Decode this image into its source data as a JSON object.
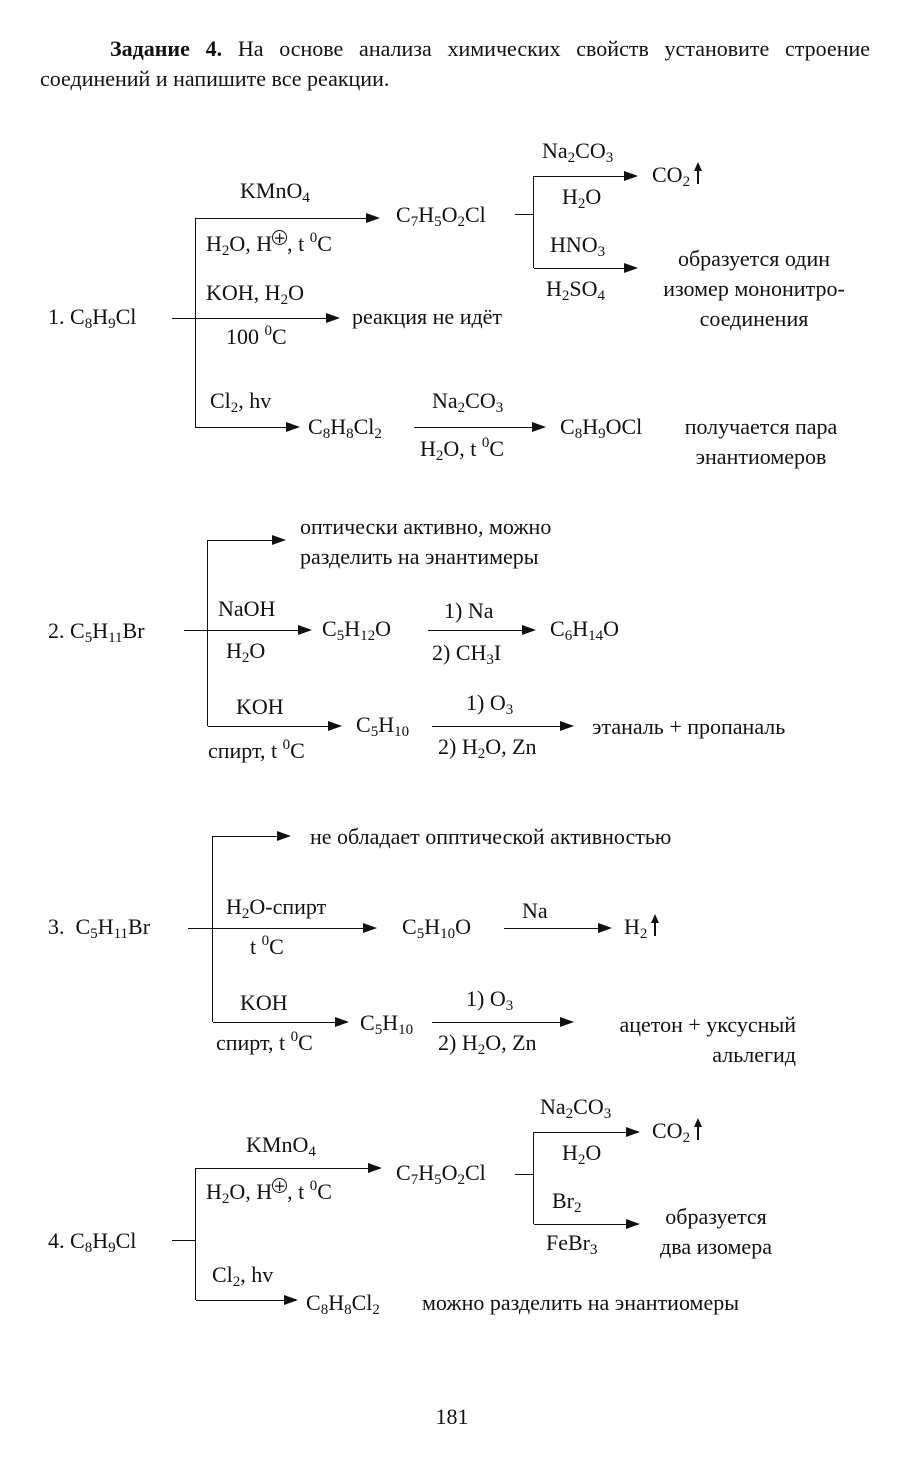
{
  "task": {
    "label": "Задание 4.",
    "text": "На основе анализа химических свойств установите строение соединений и напишите все реакции."
  },
  "scheme1": {
    "number": "1.",
    "reagent_c8h9cl": [
      "C",
      "8",
      "H",
      "9",
      "Cl"
    ],
    "kmno4": [
      "KMnO",
      "4"
    ],
    "h2o_h_t": [
      "H",
      "2",
      "O, H",
      ", t ",
      "0",
      "C"
    ],
    "c7h5o2cl": [
      "C",
      "7",
      "H",
      "5",
      "O",
      "2",
      "Cl"
    ],
    "na2co3": [
      "Na",
      "2",
      "CO",
      "3"
    ],
    "h2o": [
      "H",
      "2",
      "O"
    ],
    "co2": [
      "CO",
      "2"
    ],
    "hno3": [
      "HNO",
      "3"
    ],
    "h2so4": [
      "H",
      "2",
      "SO",
      "4"
    ],
    "nitro_text": [
      "образуется один",
      "изомер мононитро-",
      "соединения"
    ],
    "koh_h2o": [
      "KOH, H",
      "2",
      "O"
    ],
    "temp100": [
      "100 ",
      "0",
      "C"
    ],
    "no_reaction": "реакция не идёт",
    "cl2_hv": [
      "Cl",
      "2",
      ", hv"
    ],
    "c8h8cl2": [
      "C",
      "8",
      "H",
      "8",
      "Cl",
      "2"
    ],
    "na2co3_b": [
      "Na",
      "2",
      "CO",
      "3"
    ],
    "h2o_t": [
      "H",
      "2",
      "O, t ",
      "0",
      "C"
    ],
    "c8h9ocl": [
      "C",
      "8",
      "H",
      "9",
      "OCl"
    ],
    "enantiomers_text": [
      "получается пара",
      "энантиомеров"
    ]
  },
  "scheme2": {
    "number": "2.",
    "start": [
      "C",
      "5",
      "H",
      "11",
      "Br"
    ],
    "optically_text": [
      "оптически активно, можно",
      "разделить на энантимеры"
    ],
    "naoh": "NaOH",
    "h2o": [
      "H",
      "2",
      "O"
    ],
    "c5h12o": [
      "C",
      "5",
      "H",
      "12",
      "O"
    ],
    "na_step": "1) Na",
    "ch3i_step": [
      "2) CH",
      "3",
      "I"
    ],
    "c6h14o": [
      "C",
      "6",
      "H",
      "14",
      "O"
    ],
    "koh": "KOH",
    "alcohol_t": [
      "спирт, t ",
      "0",
      "C"
    ],
    "c5h10": [
      "C",
      "5",
      "H",
      "10"
    ],
    "o3_step": [
      "1) O",
      "3"
    ],
    "h2o_zn_step": [
      "2) H",
      "2",
      "O, Zn"
    ],
    "products": "этаналь + пропаналь"
  },
  "scheme3": {
    "number": "3.",
    "start": [
      "C",
      "5",
      "H",
      "11",
      "Br"
    ],
    "not_active_text": "не обладает опптической активностью",
    "h2o_alcohol": [
      "H",
      "2",
      "O-спирт"
    ],
    "temp": [
      "t ",
      "0",
      "C"
    ],
    "c5h10o": [
      "C",
      "5",
      "H",
      "10",
      "O"
    ],
    "na": "Na",
    "h2": [
      "H",
      "2"
    ],
    "koh": "KOH",
    "alcohol_t": [
      "спирт, t ",
      "0",
      "C"
    ],
    "c5h10": [
      "C",
      "5",
      "H",
      "10"
    ],
    "o3_step": [
      "1) O",
      "3"
    ],
    "h2o_zn_step": [
      "2) H",
      "2",
      "O, Zn"
    ],
    "products": [
      "ацетон + уксусный",
      "альлегид"
    ]
  },
  "scheme4": {
    "number": "4.",
    "reagent_c8h9cl": [
      "C",
      "8",
      "H",
      "9",
      "Cl"
    ],
    "kmno4": [
      "KMnO",
      "4"
    ],
    "h2o_h_t": [
      "H",
      "2",
      "O, H",
      ", t ",
      "0",
      "C"
    ],
    "c7h5o2cl": [
      "C",
      "7",
      "H",
      "5",
      "O",
      "2",
      "Cl"
    ],
    "na2co3": [
      "Na",
      "2",
      "CO",
      "3"
    ],
    "h2o": [
      "H",
      "2",
      "O"
    ],
    "co2": [
      "CO",
      "2"
    ],
    "br2": [
      "Br",
      "2"
    ],
    "febr3": [
      "FeBr",
      "3"
    ],
    "isomers_text": [
      "образуется",
      "два изомера"
    ],
    "cl2_hv": [
      "Cl",
      "2",
      ", hv"
    ],
    "c8h8cl2": [
      "C",
      "8",
      "H",
      "8",
      "Cl",
      "2"
    ],
    "separable_text": "можно разделить на энантиомеры"
  },
  "page_number": "181"
}
